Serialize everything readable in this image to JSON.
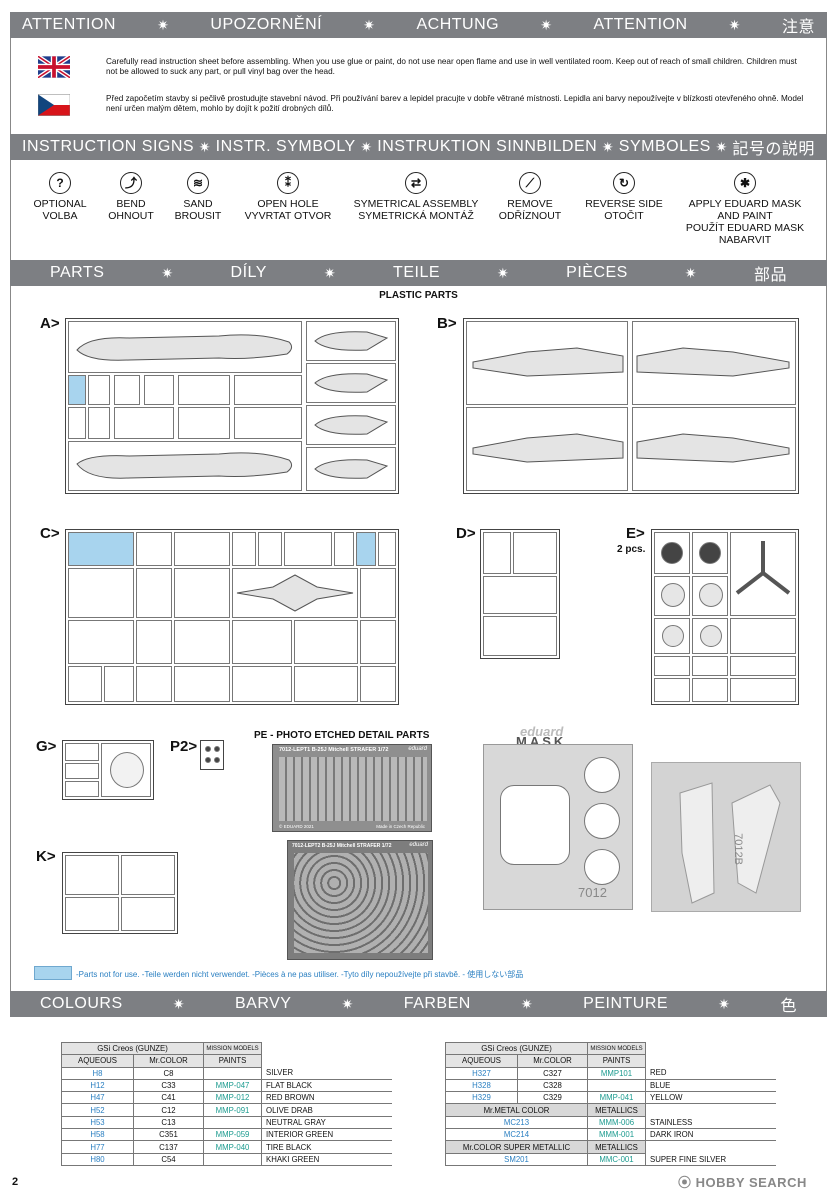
{
  "attention_band": [
    "ATTENTION",
    "UPOZORNĚNÍ",
    "ACHTUNG",
    "ATTENTION",
    "注意"
  ],
  "attention": {
    "en": "Carefully read instruction sheet before assembling. When you use glue or paint, do not use near open flame and use in well ventilated room. Keep out of reach of small children. Children must not be allowed to suck any part, or pull vinyl bag over the head.",
    "cz": "Před započetím stavby si pečlivě prostudujte stavební návod. Při používání barev a lepidel pracujte v dobře větrané místnosti. Lepidla ani barvy nepoužívejte v blízkosti otevřeného ohně. Model není určen malým dětem, mohlo by dojít k požití drobných dílů."
  },
  "signs_band": [
    "INSTRUCTION SIGNS",
    "INSTR. SYMBOLY",
    "INSTRUKTION SINNBILDEN",
    "SYMBOLES",
    "記号の説明"
  ],
  "signs": [
    {
      "icon": "question-icon",
      "glyph": "?",
      "l1": "OPTIONAL",
      "l2": "VOLBA"
    },
    {
      "icon": "bend-icon",
      "glyph": "⤴",
      "l1": "BEND",
      "l2": "OHNOUT"
    },
    {
      "icon": "sand-icon",
      "glyph": "≋",
      "l1": "SAND",
      "l2": "BROUSIT"
    },
    {
      "icon": "drill-icon",
      "glyph": "⁑",
      "l1": "OPEN HOLE",
      "l2": "VYVRTAT OTVOR"
    },
    {
      "icon": "symmetric-icon",
      "glyph": "⇄",
      "l1": "SYMETRICAL ASSEMBLY",
      "l2": "SYMETRICKÁ MONTÁŽ"
    },
    {
      "icon": "knife-icon",
      "glyph": "⟋",
      "l1": "REMOVE",
      "l2": "ODŘÍZNOUT"
    },
    {
      "icon": "reverse-icon",
      "glyph": "↻",
      "l1": "REVERSE SIDE",
      "l2": "OTOČIT"
    },
    {
      "icon": "mask-star-icon",
      "glyph": "✱",
      "l1": "APPLY EDUARD MASK",
      "l2": "AND PAINT",
      "l3": "POUŽÍT EDUARD MASK",
      "l4": "NABARVIT"
    }
  ],
  "parts_band": [
    "PARTS",
    "DÍLY",
    "TEILE",
    "PIÈCES",
    "部品"
  ],
  "plastic_parts": "PLASTIC PARTS",
  "sprue_labels": {
    "a": "A>",
    "b": "B>",
    "c": "C>",
    "d": "D>",
    "e": "E>",
    "e_pcs": "2 pcs.",
    "g": "G>",
    "p2": "P2>",
    "k": "K>"
  },
  "pe_title": "PE - PHOTO ETCHED DETAIL PARTS",
  "pe_sheet1_title": "7012-LEPT1  B-25J Mitchell STRAFER  1/72",
  "pe_sheet1_brand": "eduard",
  "pe_sheet1_foot_left": "© EDUARD 2021",
  "pe_sheet1_foot_right": "Made in Czech Republic",
  "pe_sheet2_title": "7012-LEPT2  B-25J Mitchell STRAFER  1/72",
  "pe_sheet2_brand": "eduard",
  "mask_brand": "eduard",
  "mask_word": "MASK",
  "mask_num": "7012",
  "mask_num2": "7012B",
  "not_use_note": "-Parts not for use. -Teile werden nicht verwendet. -Pièces à ne pas utiliser. -Tyto díly nepoužívejte při stavbě. -  使用しない部品",
  "colours_band": [
    "COLOURS",
    "BARVY",
    "FARBEN",
    "PEINTURE",
    "色"
  ],
  "table_headers": {
    "gsi": "GSi Creos (GUNZE)",
    "mission": "MISSION MODELS",
    "aqueous": "AQUEOUS",
    "mrcolor": "Mr.COLOR",
    "paints": "PAINTS",
    "metal": "Mr.METAL COLOR",
    "metallics": "METALLICS",
    "super": "Mr.COLOR SUPER METALLIC"
  },
  "colours_left": [
    {
      "aq": "H8",
      "mr": "C8",
      "mm": "",
      "name": "SILVER"
    },
    {
      "aq": "H12",
      "mr": "C33",
      "mm": "MMP-047",
      "name": "FLAT BLACK"
    },
    {
      "aq": "H47",
      "mr": "C41",
      "mm": "MMP-012",
      "name": "RED BROWN"
    },
    {
      "aq": "H52",
      "mr": "C12",
      "mm": "MMP-091",
      "name": "OLIVE DRAB"
    },
    {
      "aq": "H53",
      "mr": "C13",
      "mm": "",
      "name": "NEUTRAL GRAY"
    },
    {
      "aq": "H58",
      "mr": "C351",
      "mm": "MMP-059",
      "name": "INTERIOR GREEN"
    },
    {
      "aq": "H77",
      "mr": "C137",
      "mm": "MMP-040",
      "name": "TIRE BLACK"
    },
    {
      "aq": "H80",
      "mr": "C54",
      "mm": "",
      "name": "KHAKI GREEN"
    }
  ],
  "colours_right": [
    {
      "aq": "H327",
      "mr": "C327",
      "mm": "MMP101",
      "name": "RED"
    },
    {
      "aq": "H328",
      "mr": "C328",
      "mm": "",
      "name": "BLUE"
    },
    {
      "aq": "H329",
      "mr": "C329",
      "mm": "MMP-041",
      "name": "YELLOW"
    }
  ],
  "metal_rows": [
    {
      "mc": "MC213",
      "mm": "MMM-006",
      "name": "STAINLESS"
    },
    {
      "mc": "MC214",
      "mm": "MMM-001",
      "name": "DARK IRON"
    }
  ],
  "super_rows": [
    {
      "mc": "SM201",
      "mm": "MMC-001",
      "name": "SUPER FINE SILVER"
    }
  ],
  "page_number": "2",
  "watermark": "HOBBY SEARCH",
  "colors": {
    "band": "#7d7f83",
    "highlight": "#a8d4ee",
    "teal": "#1c9b8f",
    "blue": "#2a7fc1"
  }
}
